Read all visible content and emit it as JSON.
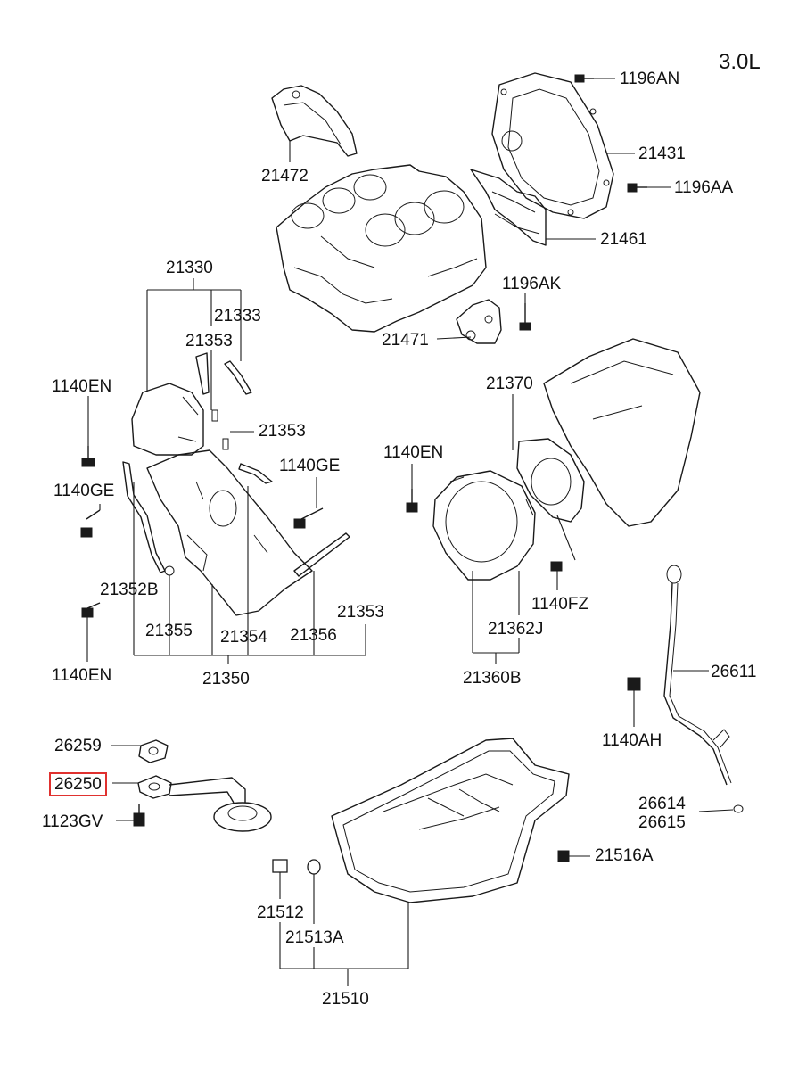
{
  "engine_label": "3.0L",
  "highlight_color": "#e0312f",
  "labels": {
    "p1196AN": "1196AN",
    "p21431": "21431",
    "p1196AA": "1196AA",
    "p21461": "21461",
    "p21472": "21472",
    "p1196AK": "1196AK",
    "p21471": "21471",
    "p21330": "21330",
    "p21333": "21333",
    "p21353a": "21353",
    "p21353b": "21353",
    "p21353c": "21353",
    "p1140EN_a": "1140EN",
    "p1140GE_a": "1140GE",
    "p1140GE_b": "1140GE",
    "p21352B": "21352B",
    "p21355": "21355",
    "p21354": "21354",
    "p21356": "21356",
    "p1140EN_b": "1140EN",
    "p21350": "21350",
    "p21370": "21370",
    "p1140EN_c": "1140EN",
    "p1140FZ": "1140FZ",
    "p21362J": "21362J",
    "p21360B": "21360B",
    "p26611": "26611",
    "p1140AH": "1140AH",
    "p26614": "26614",
    "p26615": "26615",
    "p26259": "26259",
    "p26250": "26250",
    "p1123GV": "1123GV",
    "p21516A": "21516A",
    "p21512": "21512",
    "p21513A": "21513A",
    "p21510": "21510"
  }
}
